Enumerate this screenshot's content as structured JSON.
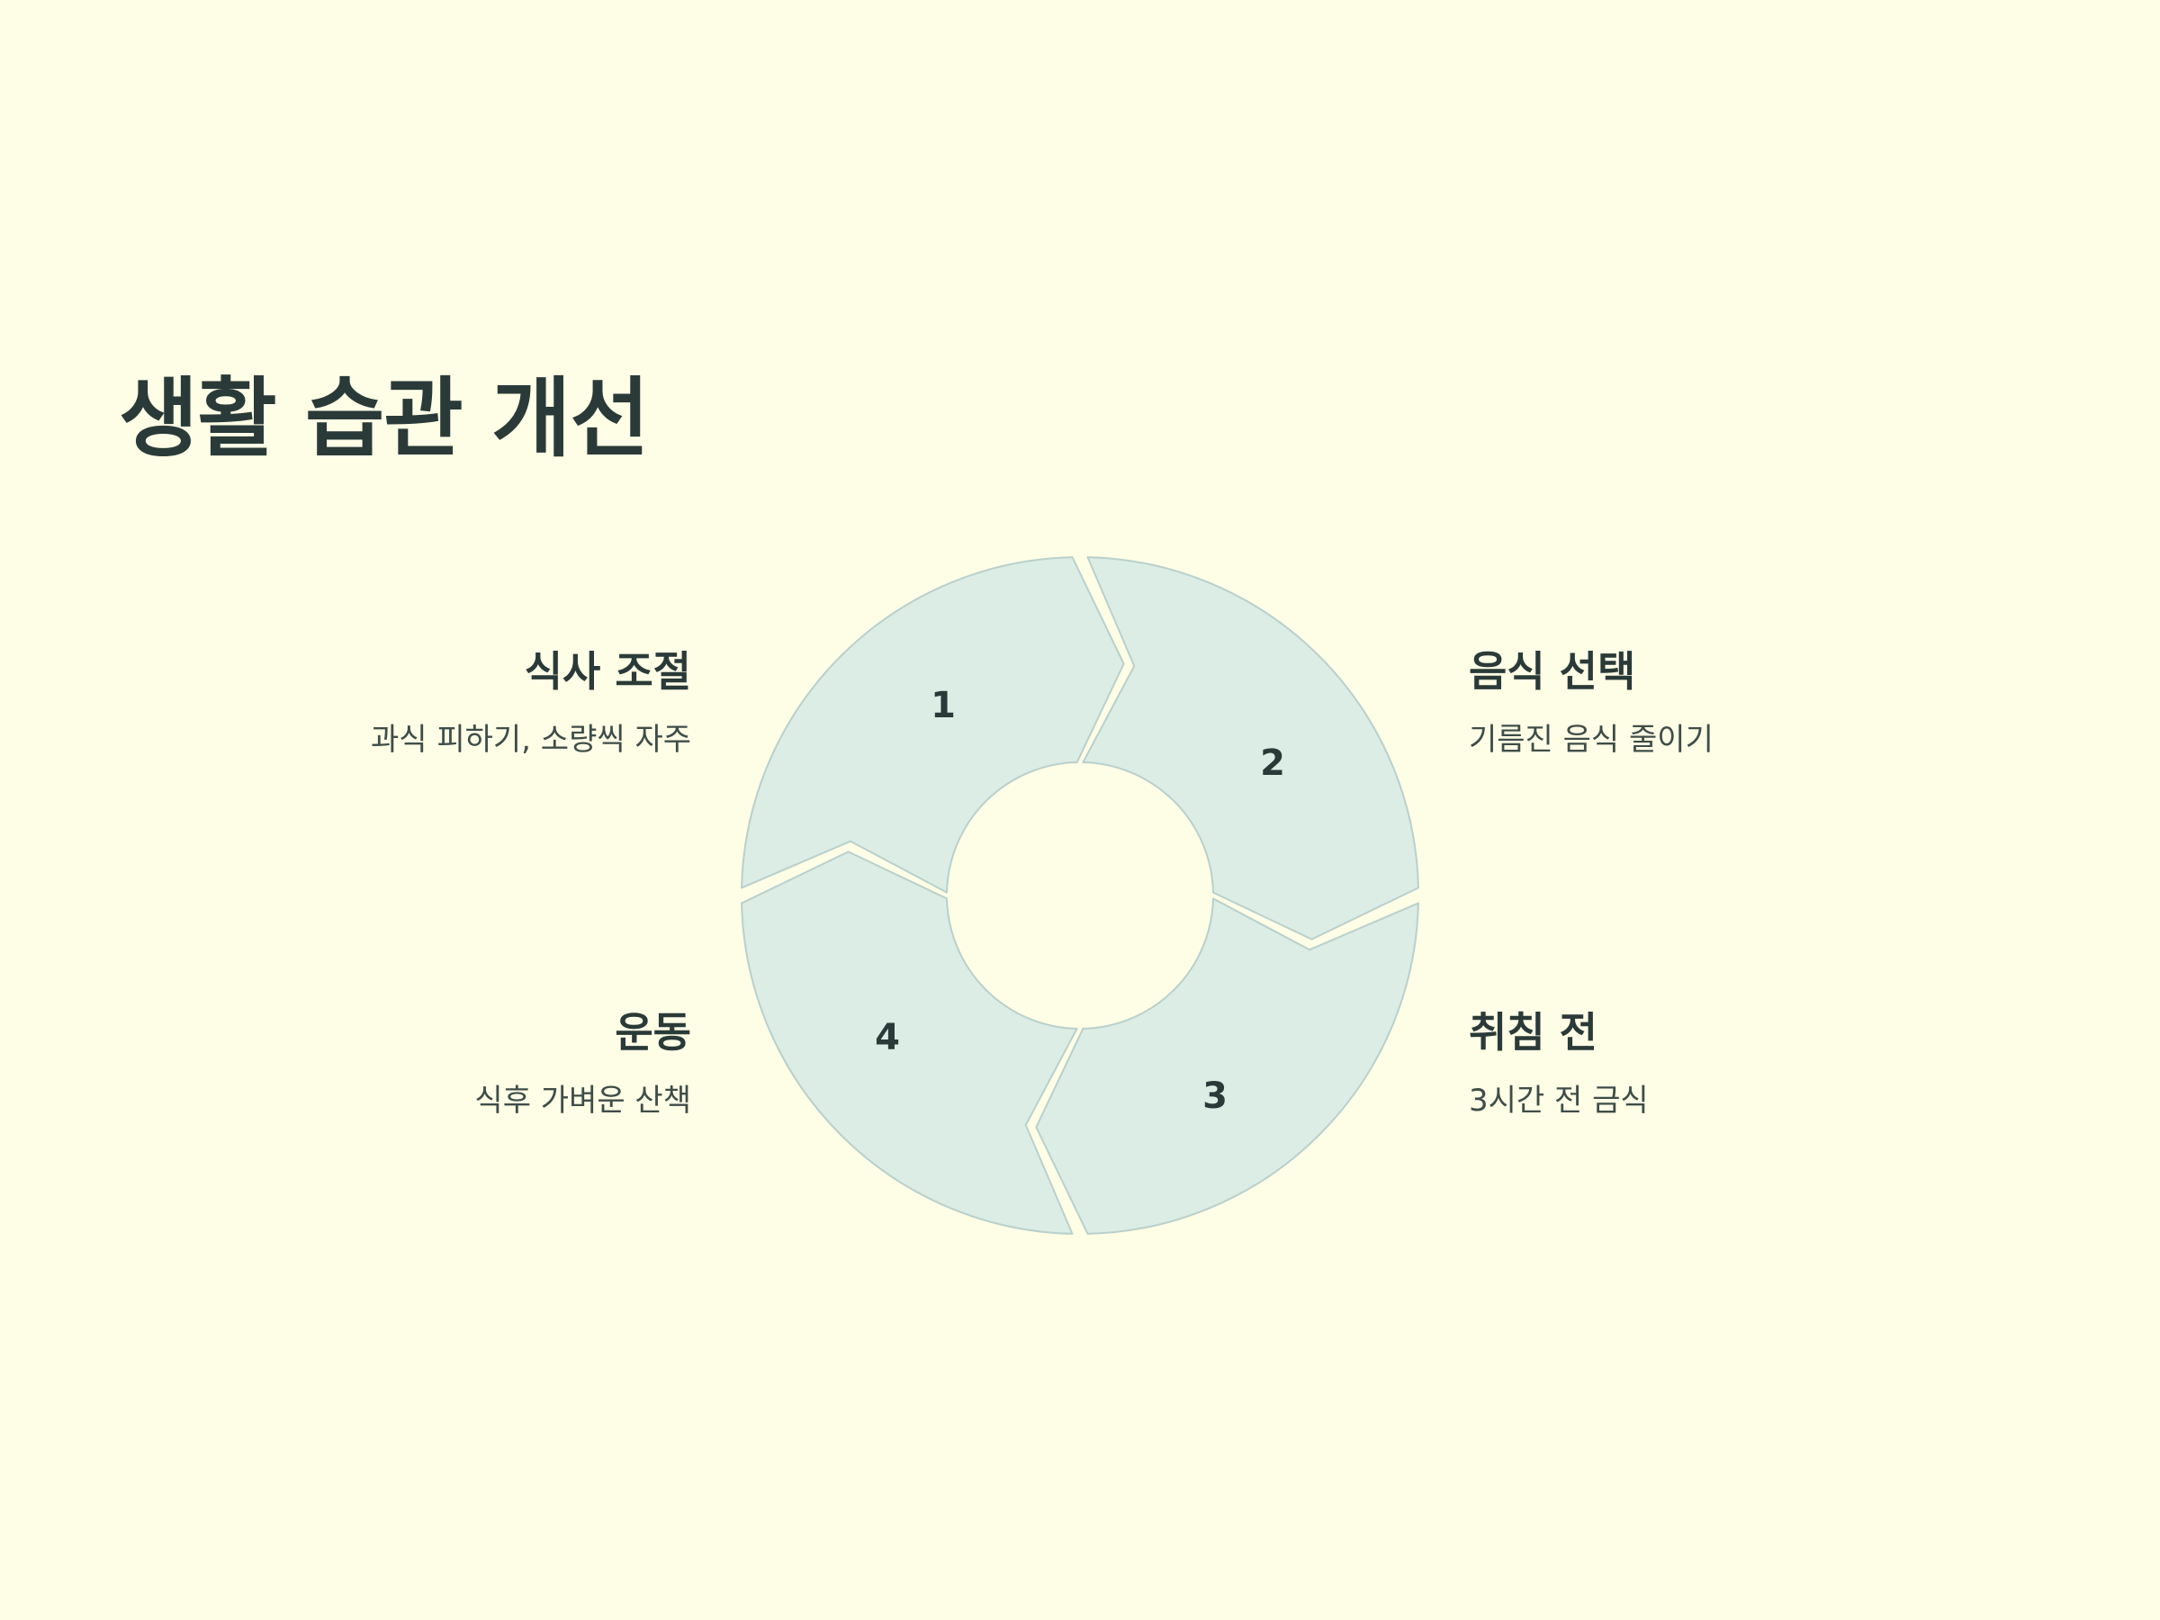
{
  "title": "생활 습관 개선",
  "colors": {
    "background": "#FEFDE6",
    "text": "#2A3A38",
    "segment_fill": "#DCEDE6",
    "segment_stroke": "#B9D0CB",
    "separator": "#FEFDE6"
  },
  "steps": [
    {
      "number": "1",
      "title": "식사 조절",
      "description": "과식 피하기, 소량씩 자주"
    },
    {
      "number": "2",
      "title": "음식 선택",
      "description": "기름진 음식 줄이기"
    },
    {
      "number": "3",
      "title": "취침 전",
      "description": "3시간 전 금식"
    },
    {
      "number": "4",
      "title": "운동",
      "description": "식후 가벼운 산책"
    }
  ]
}
